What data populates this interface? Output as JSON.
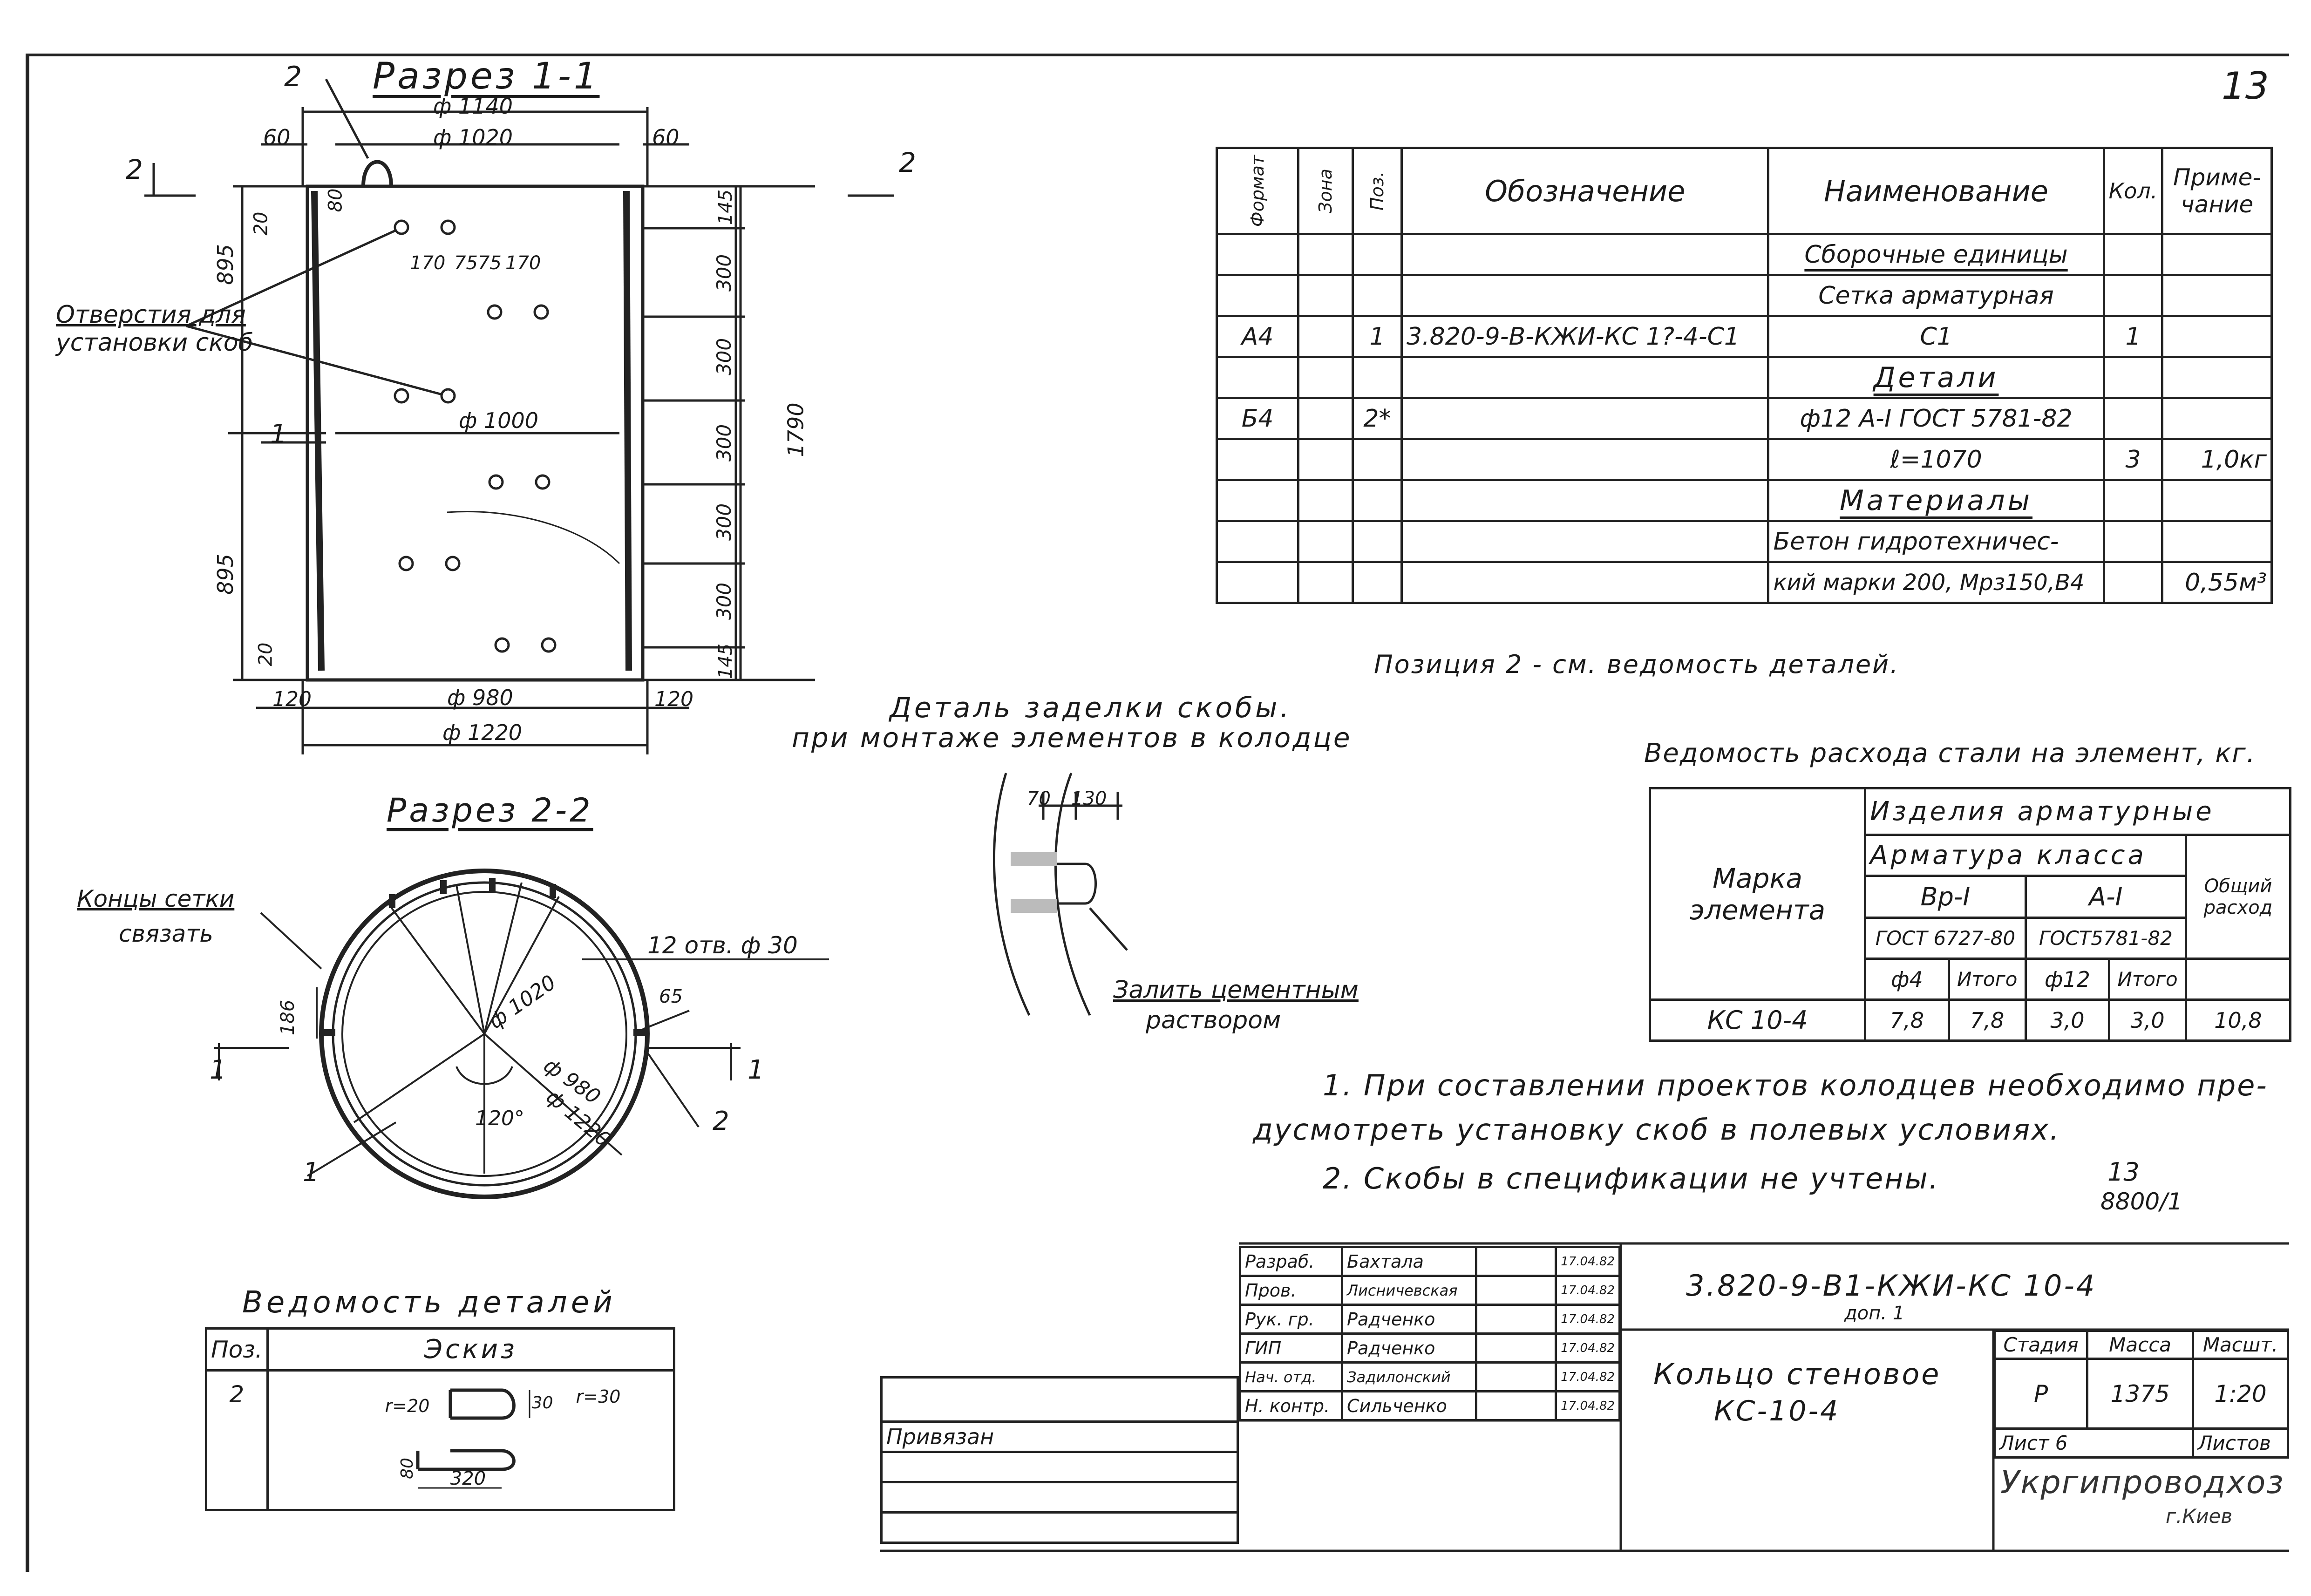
{
  "sheet_number": "13",
  "section_1_1": {
    "title": "Разрез 1-1",
    "dims": {
      "d_1140": "ф 1140",
      "d_1020": "ф 1020",
      "left_60": "60",
      "right_60": "60",
      "d_1000": "ф 1000",
      "d_980": "ф 980",
      "d_1220": "ф 1220",
      "b_120_left": "120",
      "b_120_right": "120",
      "h_80": "80",
      "h_20_top": "20",
      "h_20_bottom": "20",
      "h_895_top": "895",
      "h_895_bottom": "895",
      "h_1790": "1790",
      "h_145_top": "145",
      "h_145_bottom": "145",
      "h_300_1": "300",
      "h_300_2": "300",
      "h_300_3": "300",
      "h_300_4": "300",
      "h_300_5": "300",
      "w_170_left": "170",
      "w_7575": "7575",
      "w_170_right": "170"
    },
    "callouts": {
      "pos2": "2",
      "pos1": "1",
      "holes_note_line1": "Отверстия для",
      "holes_note_line2": "установки скоб"
    },
    "cut_marks": {
      "left": "2",
      "right": "2"
    }
  },
  "section_2_2": {
    "title": "Разрез 2-2",
    "notes": {
      "mesh_ends_line1": "Концы сетки",
      "mesh_ends_line2": "связать",
      "holes": "12 отв. ф 30"
    },
    "dims": {
      "d_1020": "ф 1020",
      "d_980": "ф 980",
      "d_1220": "ф 1220",
      "h_186": "186",
      "w_65": "65",
      "angle": "120°"
    },
    "callouts": {
      "pos1": "1",
      "pos2": "2",
      "cut_left": "1",
      "cut_right": "1"
    }
  },
  "detail": {
    "title_line1": "Деталь заделки скобы.",
    "title_line2": "при монтаже элементов в колодце",
    "dims": {
      "w_70": "70",
      "w_130": "130"
    },
    "note_line1": "Залить цементным",
    "note_line2": "раствором"
  },
  "spec_table": {
    "headers": {
      "format": "Формат",
      "zone": "Зона",
      "pos": "Поз.",
      "designation": "Обозначение",
      "name": "Наименование",
      "qty": "Кол.",
      "note_line1": "Приме-",
      "note_line2": "чание"
    },
    "rows": [
      {
        "format": "",
        "zone": "",
        "pos": "",
        "designation": "",
        "name": "Сборочные единицы",
        "qty": "",
        "note": ""
      },
      {
        "format": "",
        "zone": "",
        "pos": "",
        "designation": "",
        "name": "Сетка арматурная",
        "qty": "",
        "note": ""
      },
      {
        "format": "А4",
        "zone": "",
        "pos": "1",
        "designation": "3.820-9-В-КЖИ-КС 1?-4-С1",
        "name": "С1",
        "qty": "1",
        "note": ""
      },
      {
        "format": "",
        "zone": "",
        "pos": "",
        "designation": "",
        "name": "Детали",
        "qty": "",
        "note": ""
      },
      {
        "format": "Б4",
        "zone": "",
        "pos": "2*",
        "designation": "",
        "name": "ф12 А-I ГОСТ 5781-82",
        "qty": "",
        "note": ""
      },
      {
        "format": "",
        "zone": "",
        "pos": "",
        "designation": "",
        "name": "ℓ=1070",
        "qty": "3",
        "note": "1,0кг"
      },
      {
        "format": "",
        "zone": "",
        "pos": "",
        "designation": "",
        "name": "Материалы",
        "qty": "",
        "note": ""
      },
      {
        "format": "",
        "zone": "",
        "pos": "",
        "designation": "",
        "name": "Бетон гидротехничес-",
        "qty": "",
        "note": ""
      },
      {
        "format": "",
        "zone": "",
        "pos": "",
        "designation": "",
        "name": "кий марки 200, Мрз150,В4",
        "qty": "",
        "note": "0,55м³"
      }
    ],
    "footnote": "Позиция 2 - см. ведомость деталей."
  },
  "steel_table": {
    "title": "Ведомость расхода стали на элемент, кг.",
    "headers": {
      "mark_line1": "Марка",
      "mark_line2": "элемента",
      "products": "Изделия арматурные",
      "rebar_class": "Арматура класса",
      "total_line1": "Общий",
      "total_line2": "расход",
      "class_1": "Вр-I",
      "class_2": "А-I",
      "gost_1": "ГОСТ 6727-80",
      "gost_2": "ГОСТ5781-82",
      "d4": "ф4",
      "sum_1": "Итого",
      "d12": "ф12",
      "sum_2": "Итого"
    },
    "row": {
      "mark": "КС 10-4",
      "d4": "7,8",
      "sum_1": "7,8",
      "d12": "3,0",
      "sum_2": "3,0",
      "total": "10,8"
    }
  },
  "notes": {
    "n1_line1": "1. При составлении проектов колодцев необходимо пре-",
    "n1_line2": "дусмотреть установку скоб в полевых условиях.",
    "n2": "2. Скобы в спецификации не учтены.",
    "stamp_13": "13",
    "stamp_code": "8800/1"
  },
  "details_table": {
    "title": "Ведомость деталей",
    "headers": {
      "pos": "Поз.",
      "sketch": "Эскиз"
    },
    "row": {
      "pos": "2",
      "r_left": "r=20",
      "r_right": "r=30",
      "h_30": "30",
      "h_80": "80",
      "w_320": "320"
    }
  },
  "title_block": {
    "roles": [
      "Разраб.",
      "Пров.",
      "Рук. гр.",
      "ГИП",
      "Нач. отд.",
      "Н. контр."
    ],
    "names": [
      "Бахтала",
      "Лисничевская",
      "Радченко",
      "Радченко",
      "Задилонский",
      "Сильченко"
    ],
    "dates": [
      "17.04.82",
      "17.04.82",
      "17.04.82",
      "17.04.82",
      "17.04.82",
      "17.04.82"
    ],
    "doc_code": "3.820-9-В1-КЖИ-КС 10-4",
    "doc_sub": "доп. 1",
    "name_line1": "Кольцо стеновое",
    "name_line2": "КС-10-4",
    "stage_label": "Стадия",
    "mass_label": "Масса",
    "scale_label": "Масшт.",
    "stage": "Р",
    "mass": "1375",
    "scale": "1:20",
    "sheet_label": "Лист 6",
    "sheets_label": "Листов",
    "org_line1": "Укргипроводхоз",
    "org_line2": "г.Киев",
    "bound_label": "Привязан"
  }
}
